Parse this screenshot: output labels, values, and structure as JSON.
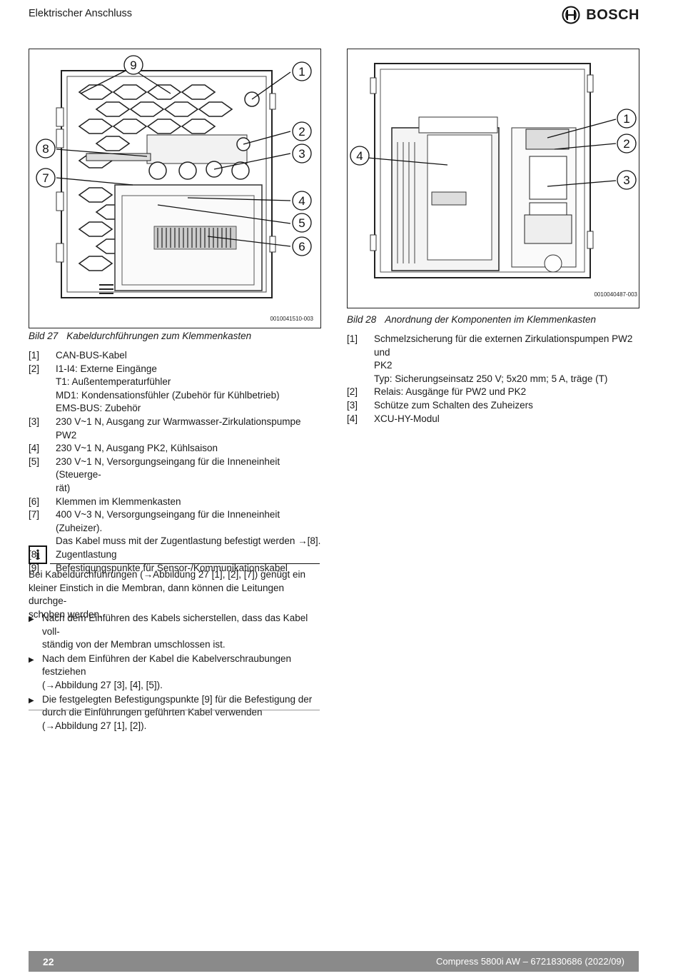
{
  "header": {
    "title": "Elektrischer Anschluss",
    "brand": "BOSCH"
  },
  "figure27": {
    "id": "0010041510-003",
    "callouts": [
      "1",
      "2",
      "3",
      "4",
      "5",
      "6",
      "7",
      "8",
      "9"
    ],
    "caption_num": "Bild 27",
    "caption_text": "Kabeldurchführungen zum Klemmenkasten",
    "legend": [
      {
        "key": "[1]",
        "lines": [
          "CAN-BUS-Kabel"
        ]
      },
      {
        "key": "[2]",
        "lines": [
          "I1-I4: Externe Eingänge",
          "T1: Außentemperaturfühler",
          "MD1: Kondensationsfühler (Zubehör für Kühlbetrieb)",
          "EMS-BUS: Zubehör"
        ]
      },
      {
        "key": "[3]",
        "lines": [
          "230 V~1 N, Ausgang zur Warmwasser-Zirkulationspumpe PW2"
        ]
      },
      {
        "key": "[4]",
        "lines": [
          "230 V~1 N, Ausgang PK2, Kühlsaison"
        ]
      },
      {
        "key": "[5]",
        "lines": [
          "230 V~1 N, Versorgungseingang für die Inneneinheit (Steuerge-",
          "rät)"
        ]
      },
      {
        "key": "[6]",
        "lines": [
          "Klemmen im Klemmenkasten"
        ]
      },
      {
        "key": "[7]",
        "lines": [
          "400 V~3 N, Versorgungseingang für die Inneneinheit (Zuheizer).",
          "Das Kabel muss mit der Zugentlastung befestigt werden →[8]."
        ]
      },
      {
        "key": "[8]",
        "lines": [
          "Zugentlastung"
        ]
      },
      {
        "key": "[9]",
        "lines": [
          "Befestigungspunkte für Sensor-/Kommunikationskabel"
        ]
      }
    ]
  },
  "figure28": {
    "id": "0010040487-003",
    "callouts": [
      "1",
      "2",
      "3",
      "4"
    ],
    "caption_num": "Bild 28",
    "caption_text": "Anordnung der Komponenten im Klemmenkasten",
    "legend": [
      {
        "key": "[1]",
        "lines": [
          "Schmelzsicherung für die externen Zirkulationspumpen PW2 und",
          "PK2",
          "Typ: Sicherungseinsatz 250 V; 5x20 mm; 5 A, träge (T)"
        ]
      },
      {
        "key": "[2]",
        "lines": [
          "Relais: Ausgänge für PW2 und PK2"
        ]
      },
      {
        "key": "[3]",
        "lines": [
          "Schütze zum Schalten des Zuheizers"
        ]
      },
      {
        "key": "[4]",
        "lines": [
          "XCU-HY-Modul"
        ]
      }
    ]
  },
  "info": {
    "icon": "info-icon",
    "paragraph": [
      "Bei Kabeldurchführungen (→Abbildung 27 [1], [2], [7]) genügt ein",
      "kleiner Einstich in die Membran, dann können die Leitungen durchge-",
      "schoben werden."
    ],
    "bullets": [
      [
        "Nach dem Einführen des Kabels sicherstellen, dass das Kabel voll-",
        "ständig von der Membran umschlossen ist."
      ],
      [
        "Nach dem Einführen der Kabel die Kabelverschraubungen festziehen",
        "(→Abbildung 27 [3], [4], [5])."
      ],
      [
        "Die festgelegten Befestigungspunkte [9] für die Befestigung der",
        "durch die Einführungen geführten Kabel verwenden",
        "(→Abbildung 27 [1], [2])."
      ]
    ]
  },
  "footer": {
    "page": "22",
    "doc": "Compress 5800i AW – 6721830686 (2022/09)"
  }
}
